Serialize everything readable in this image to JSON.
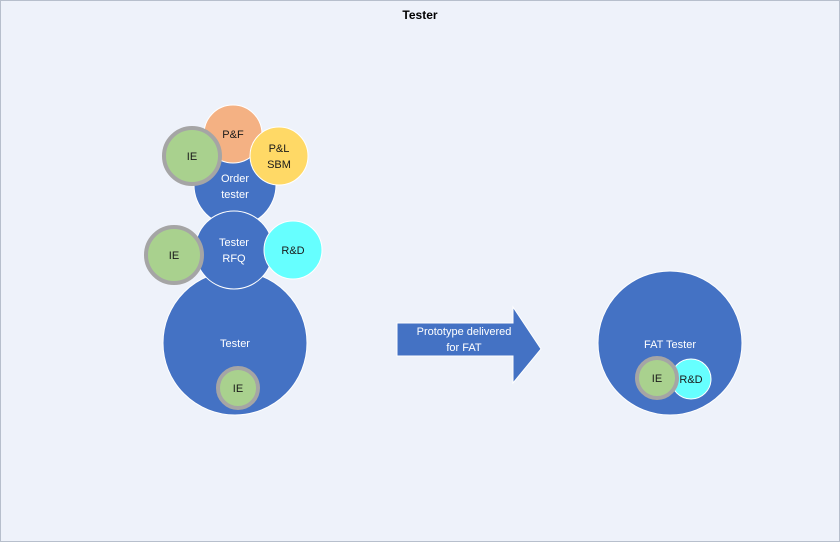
{
  "title": "Tester",
  "colors": {
    "background": "#eef2fa",
    "main_blue": "#4472c4",
    "ie_green": "#a9d18e",
    "ie_border": "#a5a5a5",
    "pf_orange": "#f4b183",
    "pl_yellow": "#ffd966",
    "rd_cyan": "#66ffff"
  },
  "nodes": {
    "order_tester": [
      "Order",
      "tester"
    ],
    "tester_rfq": [
      "Tester",
      "RFQ"
    ],
    "tester": "Tester",
    "pf": "P&F",
    "pl_sbm": [
      "P&L",
      "SBM"
    ],
    "ie_order": "IE",
    "ie_rfq": "IE",
    "ie_tester": "IE",
    "rd_rfq": "R&D",
    "fat_tester": "FAT Tester",
    "ie_fat": "IE",
    "rd_fat": "R&D"
  },
  "arrow": [
    "Prototype delivered",
    "for FAT"
  ]
}
